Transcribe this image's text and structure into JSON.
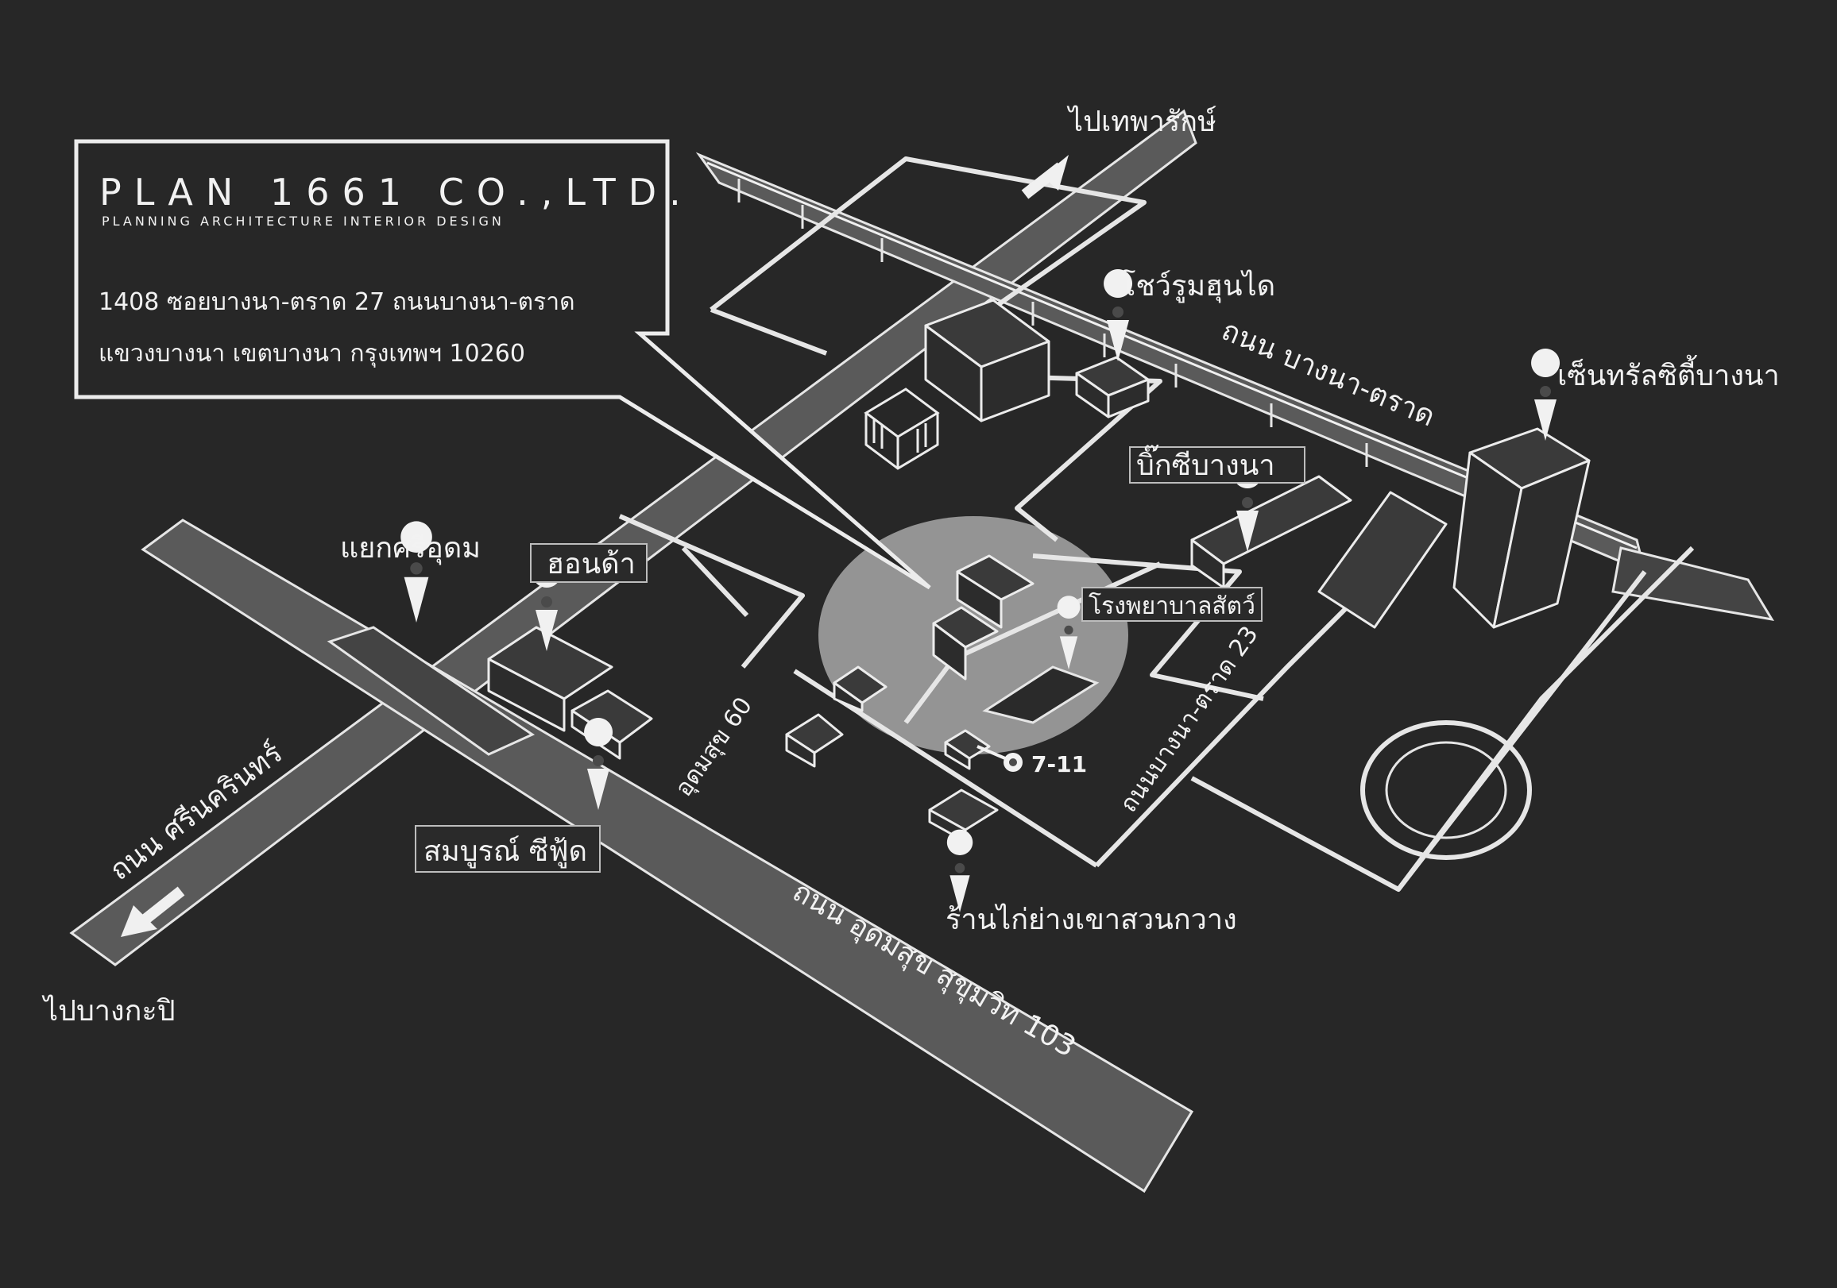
{
  "company": {
    "name": "PLAN 1661  CO.,LTD.",
    "tagline": "PLANNING     ARCHITECTURE     INTERIOR DESIGN",
    "address_line1": "1408  ซอยบางนา-ตราด 27  ถนนบางนา-ตราด",
    "address_line2": "แขวงบางนา   เขตบางนา   กรุงเทพฯ   10260"
  },
  "roads": {
    "bangna_trat": "ถนน บางนา-ตราด",
    "srinakarin": "ถนน ศรีนครินทร์",
    "udomsuk_sukhumvit": "ถนน อุดมสุข สุขุมวิท 103",
    "udomsuk_60": "อุดมสุข 60",
    "bangna_trat_23": "ถนนบางนา-ตราด 23"
  },
  "directions": {
    "to_thepharak": "ไปเทพารักษ์",
    "to_bangkapi": "ไปบางกะปิ"
  },
  "landmarks": {
    "hyundai": "โชว์รูมฮุนได",
    "central": "เซ็นทรัลซิตี้บางนา",
    "bigc": "บิ๊กซีบางนา",
    "honda": "ฮอนด้า",
    "si_udom": "แยกศรีอุดม",
    "vet": "โรงพยาบาลสัตว์",
    "seven": "7-11",
    "somboon": "สมบูรณ์ ซีฟู้ด",
    "grilled_chicken": "ร้านไก่ย่างเขาสวนกวาง"
  },
  "colors": {
    "background": "#272727",
    "line": "#e6e6e6",
    "road_fill": "#5a5a5a",
    "highlight": "#a8a8a8"
  },
  "icons": [
    "map-pin-icon",
    "arrow-icon",
    "temple-icon"
  ]
}
